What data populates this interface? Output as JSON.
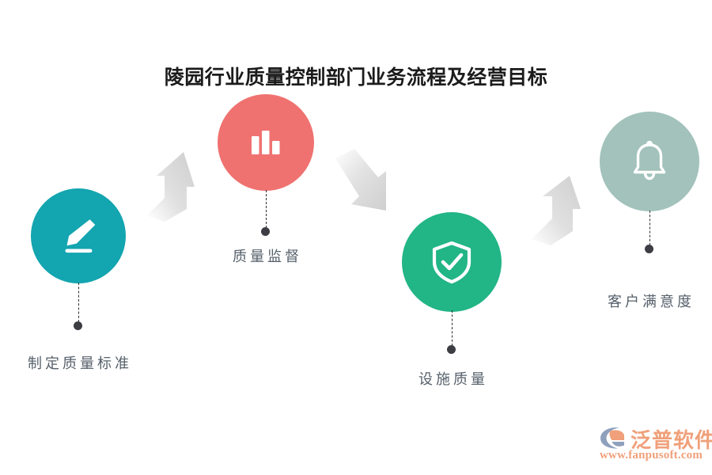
{
  "page": {
    "title": "陵园行业质量控制部门业务流程及经营目标",
    "background_color": "#ffffff",
    "title_color": "#1b1b1b",
    "label_color": "#56606b",
    "connector_color": "#2f2f35",
    "arrow_color": "#d9d9d9"
  },
  "steps": [
    {
      "order": "1",
      "label": "制定质量标准",
      "icon": "pencil-icon",
      "color": "#13a5b0"
    },
    {
      "order": "2",
      "label": "质量监督",
      "icon": "bar-chart-icon",
      "color": "#ef7270"
    },
    {
      "order": "3",
      "label": "设施质量",
      "icon": "shield-check-icon",
      "color": "#22b585"
    },
    {
      "order": "4",
      "label": "客户满意度",
      "icon": "bell-icon",
      "color": "#a2c2bb"
    }
  ],
  "arrows": [
    {
      "direction": "up-right",
      "from": "1",
      "to": "2"
    },
    {
      "direction": "down-right",
      "from": "2",
      "to": "3"
    },
    {
      "direction": "up-right",
      "from": "3",
      "to": "4"
    }
  ],
  "logo": {
    "name": "泛普软件",
    "url": "www.fanpusoft.com",
    "mark_color": "#8fa0bd",
    "accent_color": "#f0a07a"
  }
}
